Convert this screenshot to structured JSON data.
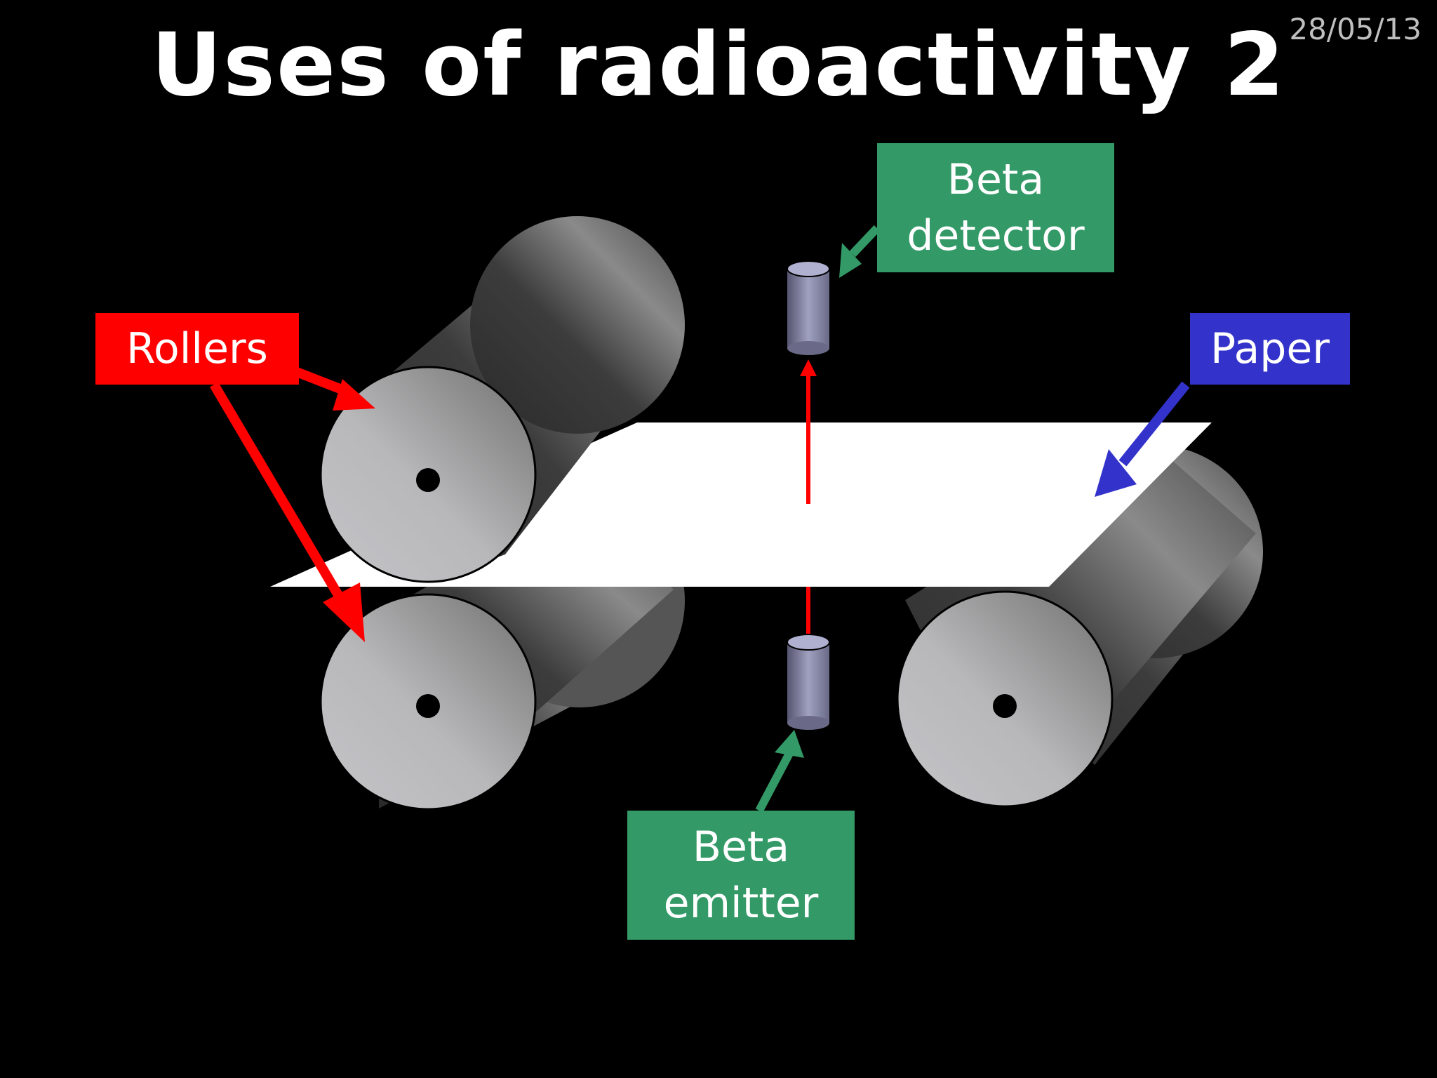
{
  "slide": {
    "title": "Uses of radioactivity 2",
    "date": "28/05/13"
  },
  "labels": {
    "rollers": "Rollers",
    "paper": "Paper",
    "detector_line1": "Beta",
    "detector_line2": "detector",
    "emitter_line1": "Beta",
    "emitter_line2": "emitter"
  },
  "colors": {
    "background": "#000000",
    "rollers_label": "#ff0000",
    "paper_label": "#3333cc",
    "beta_label": "#339966",
    "beta_ray": "#ff0000",
    "paper_sheet": "#ffffff"
  },
  "components": [
    "roller-top-left",
    "roller-bottom-left",
    "roller-right",
    "paper-sheet",
    "beta-detector",
    "beta-emitter",
    "beta-ray"
  ]
}
